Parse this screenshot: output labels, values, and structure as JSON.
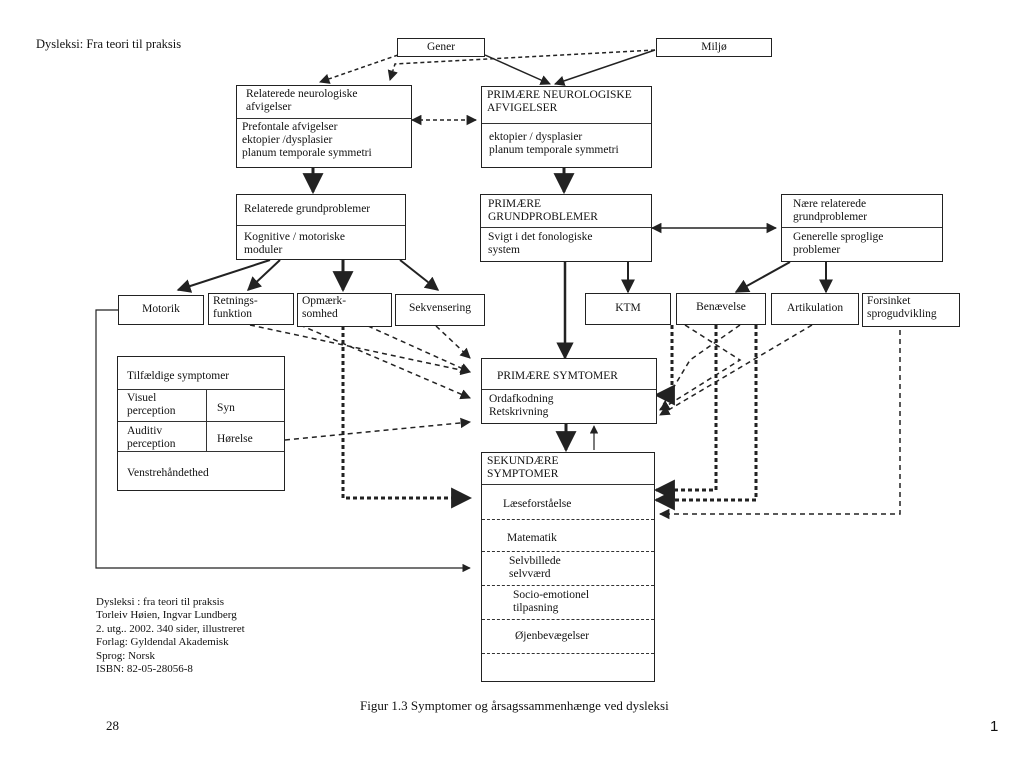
{
  "header": {
    "title": "Dysleksi: Fra teori til praksis"
  },
  "top": {
    "gener": "Gener",
    "miljo": "Miljø"
  },
  "related_neuro": {
    "title_1": "Relaterede neurologiske",
    "title_2": "afvigelser",
    "items": [
      "Prefontale afvigelser",
      "ektopier /dysplasier",
      "planum temporale symmetri"
    ]
  },
  "primary_neuro": {
    "title_1": "PRIMÆRE NEUROLOGISKE",
    "title_2": "AFVIGELSER",
    "items": [
      "ektopier / dysplasier",
      "planum temporale symmetri"
    ]
  },
  "related_basic": {
    "title": "Relaterede grundproblemer",
    "items": [
      "Kognitive / motoriske",
      "moduler"
    ]
  },
  "primary_basic": {
    "title_1": "PRIMÆRE",
    "title_2": "GRUNDPROBLEMER",
    "items": [
      "Svigt i det fonologiske",
      "system"
    ]
  },
  "near_related": {
    "title_1": "Nære relaterede",
    "title_2": "grundproblemer",
    "items": [
      "Generelle sproglige",
      "problemer"
    ]
  },
  "row_left": {
    "motorik": "Motorik",
    "retnings_1": "Retnings-",
    "retnings_2": "funktion",
    "opmaerk_1": "Opmærk-",
    "opmaerk_2": "somhed",
    "sekvensering": "Sekvensering"
  },
  "row_right": {
    "ktm": "KTM",
    "benaevelse": "Benævelse",
    "artikulation": "Artikulation",
    "forsinket_1": "Forsinket",
    "forsinket_2": "sprogudvikling"
  },
  "incidental": {
    "title": "Tilfældige symptomer",
    "visuel_1": "Visuel",
    "visuel_2": "perception",
    "syn": "Syn",
    "auditiv_1": "Auditiv",
    "auditiv_2": "perception",
    "horelse": "Hørelse",
    "venstre": "Venstrehåndethed"
  },
  "primary_symptoms": {
    "title": "PRIMÆRE SYMTOMER",
    "items": [
      "Ordafkodning",
      "Retskrivning"
    ]
  },
  "secondary_symptoms": {
    "title_1": "SEKUNDÆRE",
    "title_2": "SYMPTOMER",
    "items": [
      "Læseforståelse",
      "Matematik",
      "Selvbillede",
      "selvværd",
      "Socio-emotionel",
      "tilpasning",
      "Øjenbevægelser"
    ]
  },
  "reference": {
    "lines": [
      "Dysleksi : fra teori til praksis",
      "Torleiv Høien, Ingvar Lundberg",
      "2. utg.. 2002. 340 sider, illustreret",
      "Forlag: Gyldendal Akademisk",
      "Sprog: Norsk",
      "ISBN: 82-05-28056-8"
    ]
  },
  "caption": "Figur 1.3 Symptomer og årsagssammenhænge ved dysleksi",
  "page_number_left": "28",
  "page_number_right": "1"
}
